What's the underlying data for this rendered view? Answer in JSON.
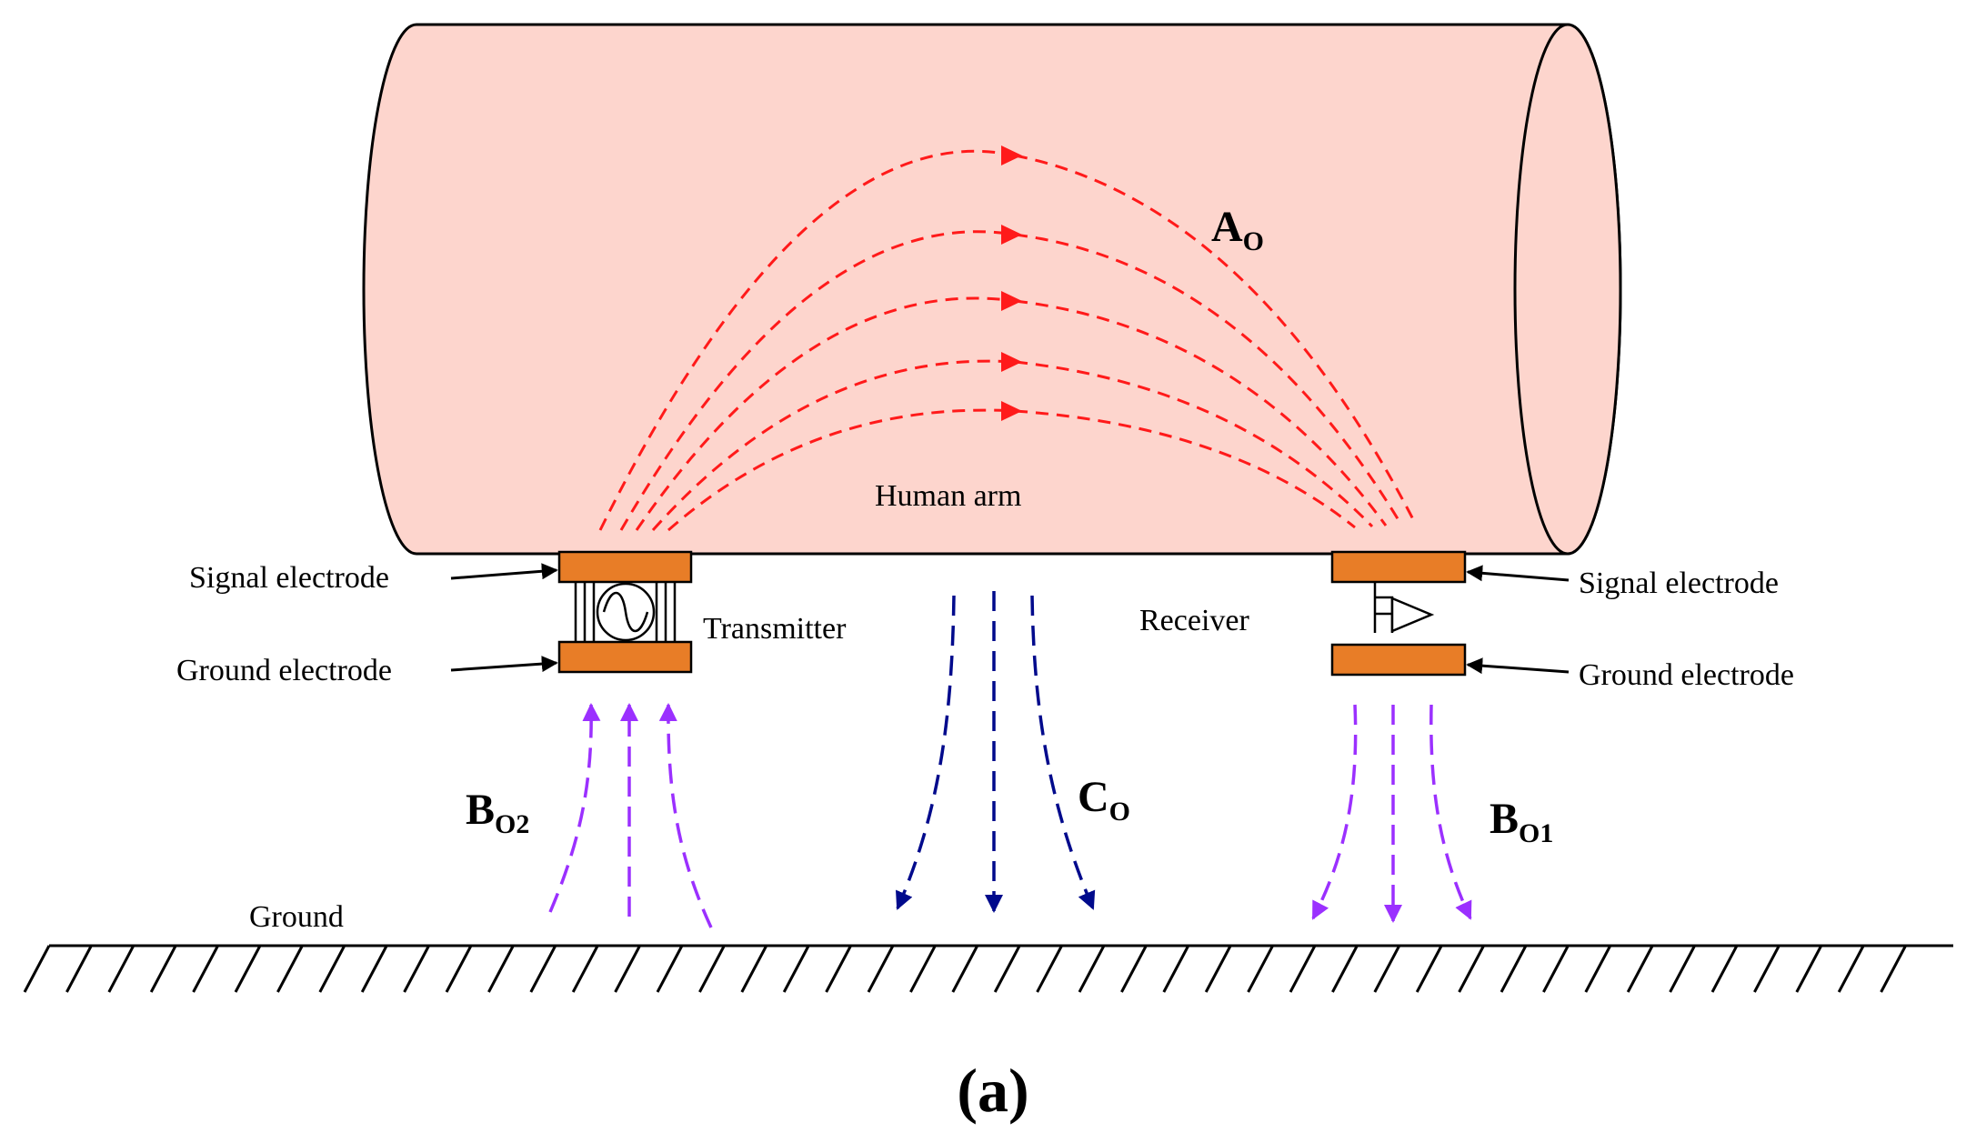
{
  "labels": {
    "human_arm": "Human arm",
    "signal_electrode_left": "Signal electrode",
    "ground_electrode_left": "Ground electrode",
    "signal_electrode_right": "Signal electrode",
    "ground_electrode_right": "Ground electrode",
    "transmitter": "Transmitter",
    "receiver": "Receiver",
    "ground": "Ground",
    "caption": "(a)"
  },
  "paths": {
    "A": {
      "main": "A",
      "sub": "O"
    },
    "B2": {
      "main": "B",
      "sub": "O2"
    },
    "C": {
      "main": "C",
      "sub": "O"
    },
    "B1": {
      "main": "B",
      "sub": "O1"
    }
  },
  "colors": {
    "arm_fill": "#fdd5cd",
    "electrode": "#e87d27",
    "path_A": "#ff1a1a",
    "path_B": "#9b30ff",
    "path_C": "#000a8c"
  }
}
